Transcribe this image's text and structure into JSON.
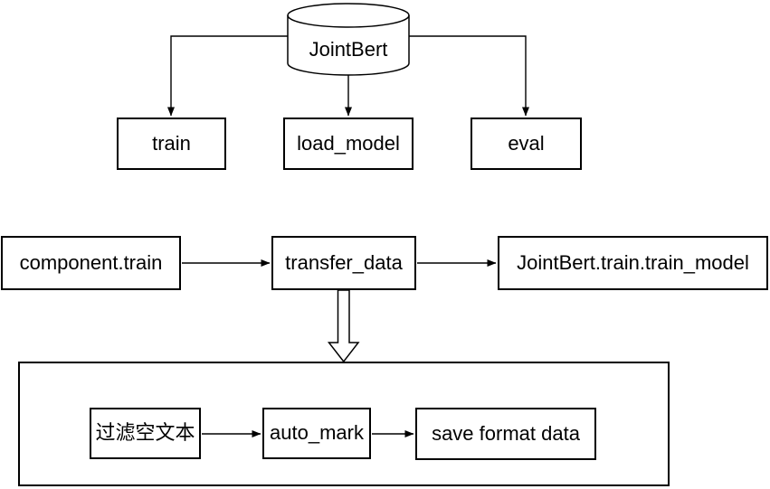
{
  "diagram": {
    "nodes": {
      "jointbert": {
        "label": "JointBert",
        "shape": "cylinder"
      },
      "train": {
        "label": "train",
        "shape": "rect"
      },
      "load_model": {
        "label": "load_model",
        "shape": "rect"
      },
      "eval": {
        "label": "eval",
        "shape": "rect"
      },
      "component_train": {
        "label": "component.train",
        "shape": "rect"
      },
      "transfer_data": {
        "label": "transfer_data",
        "shape": "rect"
      },
      "train_model": {
        "label": "JointBert.train.train_model",
        "shape": "rect"
      },
      "filter_empty_text": {
        "label": "过滤空文本",
        "shape": "rect"
      },
      "auto_mark": {
        "label": "auto_mark",
        "shape": "rect"
      },
      "save_format_data": {
        "label": "save format data",
        "shape": "rect"
      },
      "pipeline_group": {
        "label": "",
        "shape": "container"
      }
    },
    "edges": [
      {
        "from": "JointBert",
        "to": "train",
        "style": "arrow"
      },
      {
        "from": "JointBert",
        "to": "load_model",
        "style": "arrow"
      },
      {
        "from": "JointBert",
        "to": "eval",
        "style": "arrow"
      },
      {
        "from": "component.train",
        "to": "transfer_data",
        "style": "arrow"
      },
      {
        "from": "transfer_data",
        "to": "JointBert.train.train_model",
        "style": "arrow"
      },
      {
        "from": "transfer_data",
        "to": "pipeline_group",
        "style": "block-arrow"
      },
      {
        "from": "过滤空文本",
        "to": "auto_mark",
        "style": "arrow"
      },
      {
        "from": "auto_mark",
        "to": "save format data",
        "style": "arrow"
      }
    ],
    "colors": {
      "stroke": "#000000",
      "fill": "#ffffff",
      "text": "#000000",
      "background": "#ffffff"
    }
  }
}
